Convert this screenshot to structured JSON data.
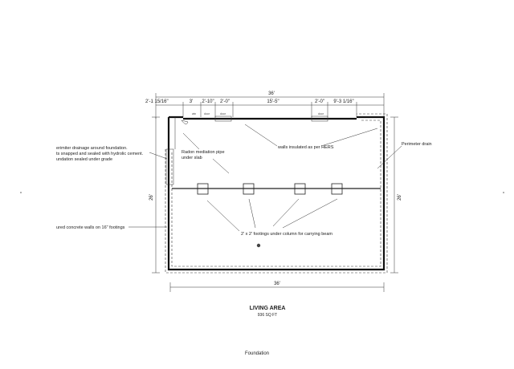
{
  "dimensions": {
    "overall_top": "36'",
    "overall_bottom": "36'",
    "left_offset": "2'-1 15/16\"",
    "seg_1": "3'",
    "seg_2": "2'-10\"",
    "seg_3": "2'-0\"",
    "seg_4": "15'-5\"",
    "seg_5": "2'-0\"",
    "seg_6": "9'-3 1/16\"",
    "height_left": "26'",
    "height_right": "26'"
  },
  "notes": {
    "drainage_line1": "erimiter drainage around foundation.",
    "drainage_line2": "ts snapped and sealed with hydrolic cement.",
    "drainage_line3": "undation sealed under grade",
    "radon_line1": "Radon mediation pipe",
    "radon_line2": "under slab",
    "walls_insulated": "walls insulated as per HERS",
    "perimeter_drain": "Perimeter drain",
    "concrete_walls": "ured concrete walls on 16\" footings",
    "footings": "2' x 2' footings under column for carrying beam"
  },
  "window_tags": [
    "win",
    "door",
    "door",
    "door"
  ],
  "title": {
    "name": "LIVING AREA",
    "area": "936 SQ FT"
  },
  "caption": "Foundation"
}
